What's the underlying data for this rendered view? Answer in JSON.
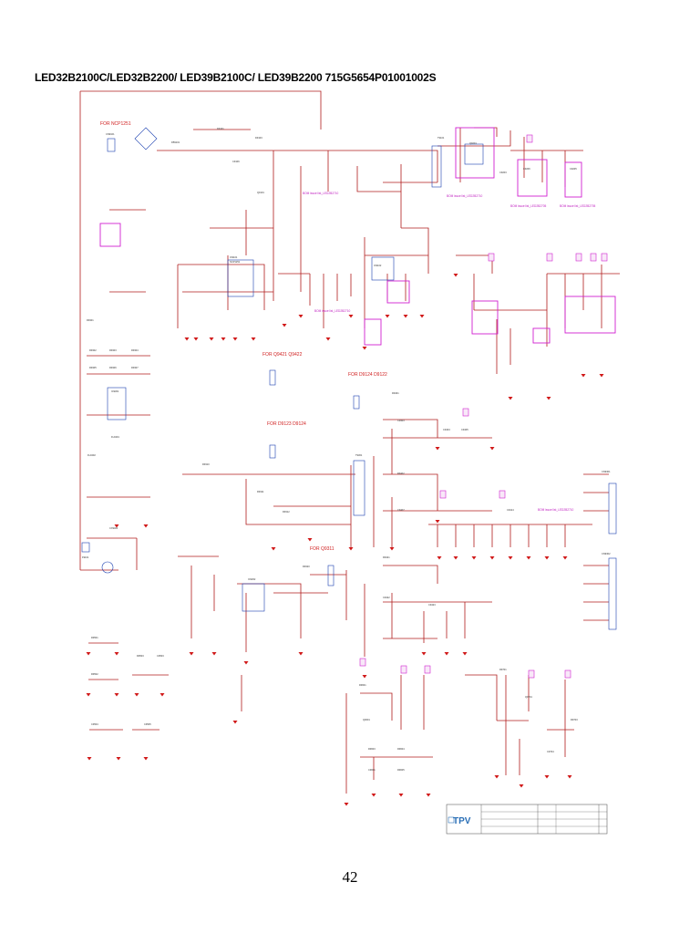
{
  "document": {
    "title": "LED32B2100C/LED32B2200/ LED39B2100C/ LED39B2200    715G5654P01001002S",
    "page_number": "42"
  },
  "schematic": {
    "section_labels": [
      "FOR NCP1251",
      "FOR Q9421 Q9422",
      "FOR D9124 D9122",
      "FOR D9123 D9124",
      "FOR Q9311"
    ],
    "bom_notes": [
      "BOM issue list_LED2B2710",
      "BOM issue list_LED2B2710",
      "BOM issue list_LED2B2705",
      "BOM issue list_LED2B2705",
      "BOM issue list_LED2B2710",
      "BOM issue list_LED2B2710"
    ]
  },
  "title_block": {
    "logo_text": "TPV",
    "colors": {
      "logo": "#2a6fb6",
      "wire": "#b01c1c",
      "component": "#1a3fb0",
      "ground": "#d01818",
      "highlight": "#d020d0"
    }
  }
}
